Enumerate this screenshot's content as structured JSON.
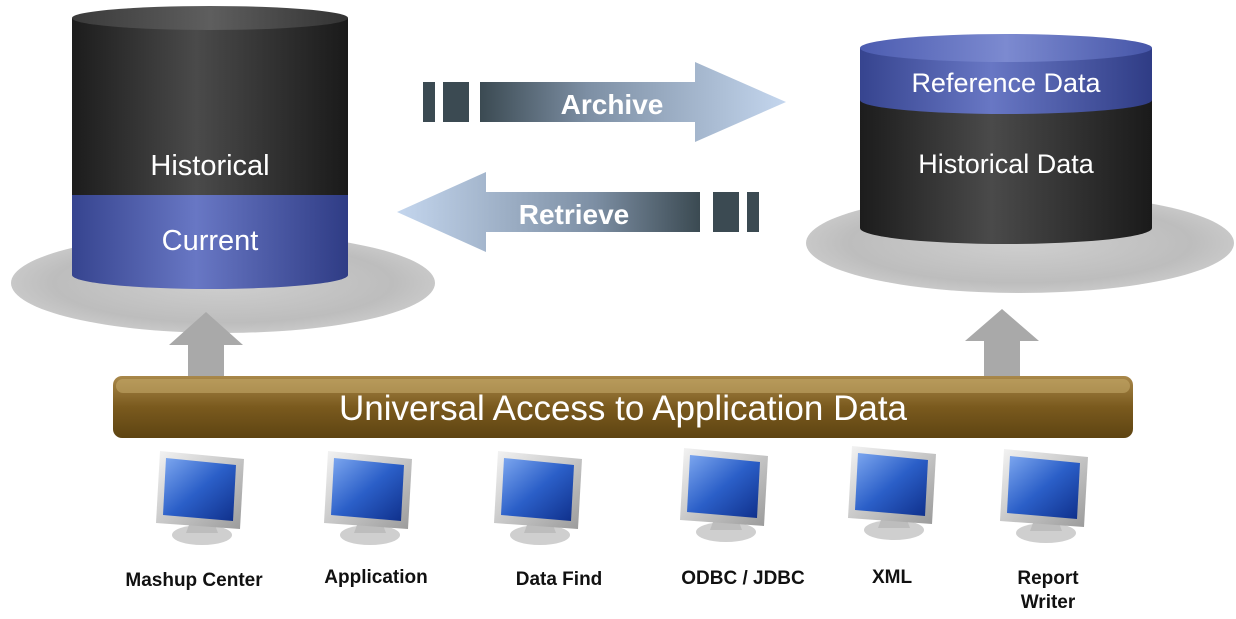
{
  "left_db": {
    "top_label": "Historical",
    "bottom_label": "Current"
  },
  "right_db": {
    "top_label": "Reference Data",
    "main_label": "Historical Data"
  },
  "archive_arrow": {
    "label": "Archive"
  },
  "retrieve_arrow": {
    "label": "Retrieve"
  },
  "access_bar": {
    "label": "Universal Access to Application Data"
  },
  "clients": [
    {
      "label": "Mashup Center",
      "icon": "monitor-icon"
    },
    {
      "label": "Application",
      "icon": "monitor-icon"
    },
    {
      "label": "Data Find",
      "icon": "monitor-icon"
    },
    {
      "label": "ODBC / JDBC",
      "icon": "monitor-icon"
    },
    {
      "label": "XML",
      "icon": "monitor-icon"
    },
    {
      "label": "Report Writer",
      "icon": "monitor-icon"
    }
  ],
  "colors": {
    "cylinder_dark": "#2e2e2e",
    "cylinder_blue": "#4a5aa8",
    "bar_gold": "#8a6a2a",
    "arrow_light": "#b9cde8",
    "arrow_dark": "#3f4d55"
  }
}
